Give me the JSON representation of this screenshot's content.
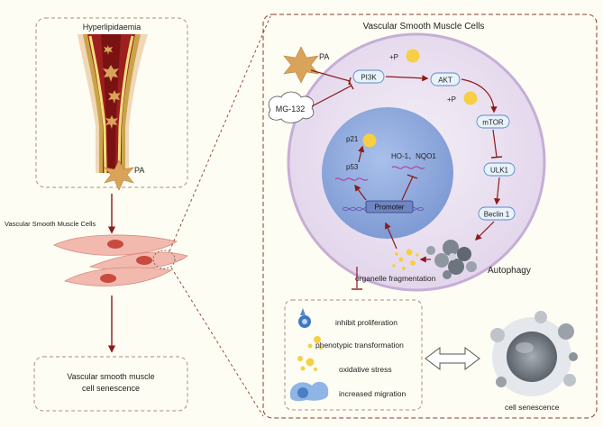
{
  "left_panel": {
    "top_box_title": "Hyperlipidaemia",
    "pa_label": "PA",
    "cells_label": "Vascular Smooth Muscle Cells",
    "bottom_box_line1": "Vascular smooth muscle",
    "bottom_box_line2": "cell senescence"
  },
  "right_panel": {
    "title": "Vascular Smooth Muscle Cells",
    "pa_label": "PA",
    "mg132_label": "MG-132",
    "pathway": {
      "pi3k": "PI3K",
      "akt": "AKT",
      "mtor": "mTOR",
      "ulk1": "ULK1",
      "beclin1": "Beclin 1",
      "phospho_1": "+P",
      "phospho_2": "+P"
    },
    "nucleus": {
      "p21": "p21",
      "p53": "p53",
      "ho1_nqo1": "HO-1、NQO1",
      "promoter": "Promoter"
    },
    "autophagy_label": "Autophagy",
    "organelle_label": "organelle fragmentation",
    "outcomes": [
      "inhibit proliferation",
      "phenotypic transformation",
      "oxidative stress",
      "increased migration"
    ],
    "senescence_label": "cell senescence"
  },
  "colors": {
    "background": "#fdfdf3",
    "dashed_border": "#8a3b2c",
    "arrow": "#8b1a1a",
    "cell_fill": "#ece4f1",
    "cell_border": "#c6aed6",
    "nucleus": "#8ba8dd",
    "box_fill": "#e8f2fb",
    "box_border": "#5b8ac9",
    "phosphate": "#f6cf45",
    "star": "#d9a35a"
  }
}
